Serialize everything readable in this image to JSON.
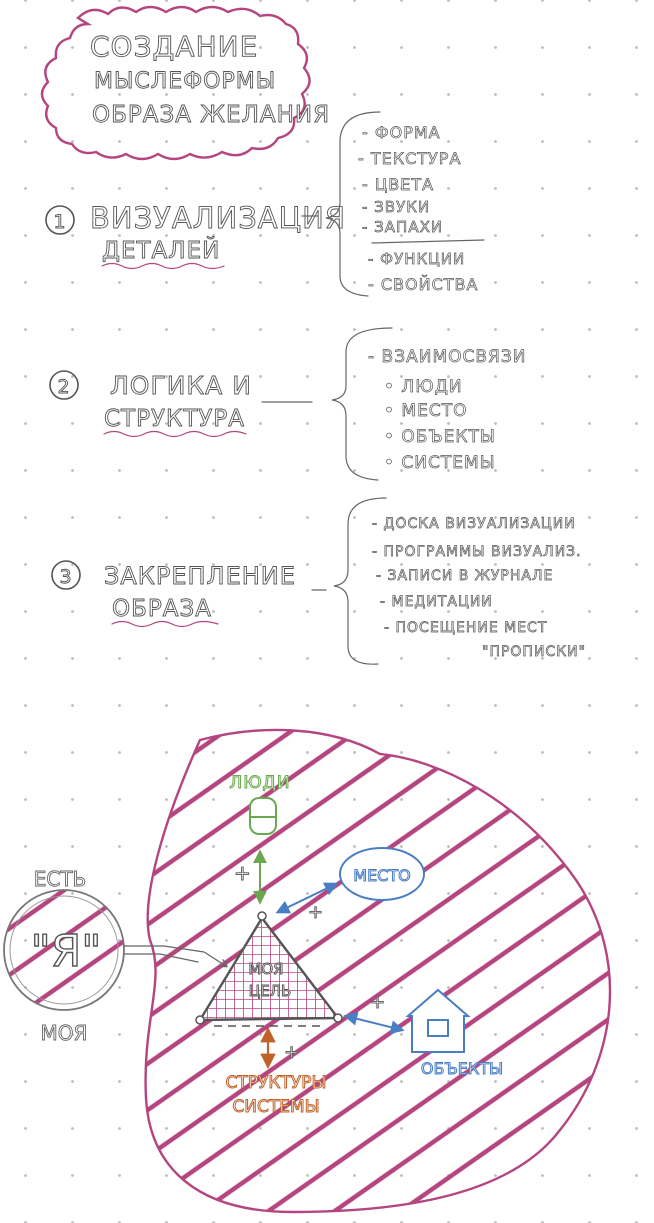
{
  "title": {
    "line1": "Создание",
    "line2": "мыслеформы",
    "line3": "образа желания"
  },
  "sections": [
    {
      "number": "1",
      "heading_line1": "Визуализация",
      "heading_line2": "деталей",
      "items": [
        "- форма",
        "- текстура",
        "- цвета",
        "- звуки",
        "- запахи",
        "- функции",
        "- свойства"
      ]
    },
    {
      "number": "2",
      "heading_line1": "Логика и",
      "heading_line2": "структура",
      "items": [
        "- взаимосвязи",
        "• люди",
        "• место",
        "• объекты",
        "• системы"
      ]
    },
    {
      "number": "3",
      "heading_line1": "Закрепление",
      "heading_line2": "образа",
      "items": [
        "- доска визуализации",
        "- программы визуализ.",
        "- записи в журнале",
        "- медитации",
        "- посещение мест",
        "\"прописки\""
      ]
    }
  ],
  "diagram": {
    "people_label": "люди",
    "place_label": "место",
    "objects_label": "объекты",
    "goal_line1": "моя",
    "goal_line2": "цель",
    "structures_line1": "структуры",
    "structures_line2": "системы",
    "plus": "+",
    "self_top": "есть",
    "self_center": "\"я\"",
    "self_bottom": "моя",
    "colors": {
      "green": "#6aa84f",
      "blue": "#4a7ec4",
      "orange": "#c0622a",
      "magenta": "#b5457f",
      "ink": "#555555"
    }
  }
}
